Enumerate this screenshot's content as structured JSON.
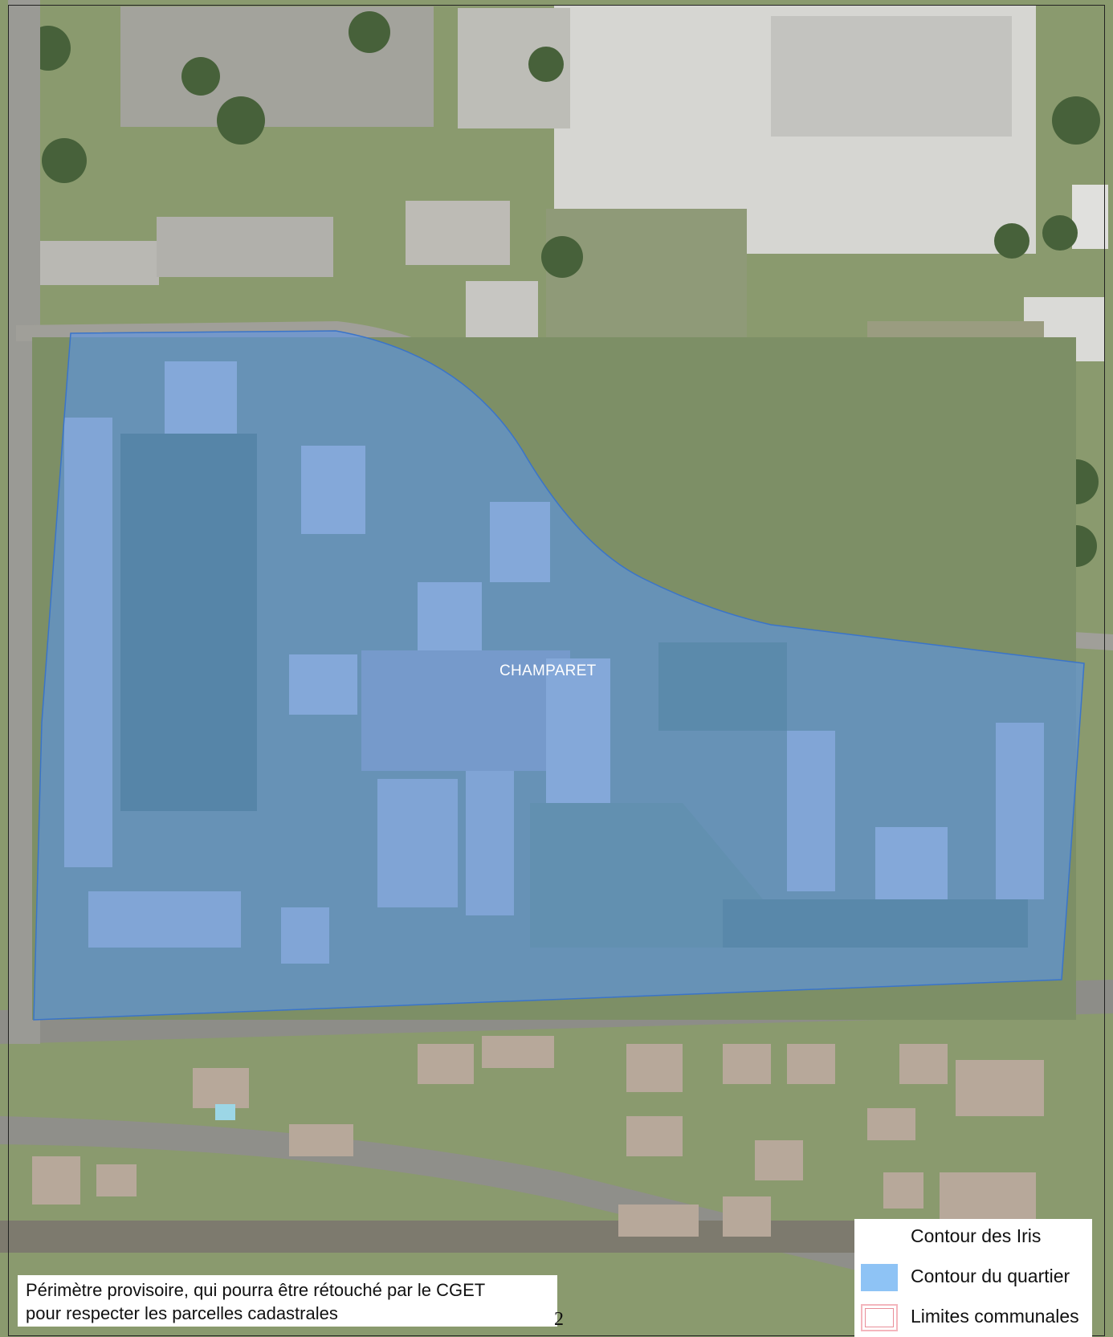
{
  "map": {
    "place_label": "CHAMPARET",
    "colors": {
      "quartier_fill": "#5b95e6",
      "quartier_stroke": "#3a74c9",
      "grass": "#7f9a5c",
      "tree": "#3f5a33",
      "road": "#9a9a94",
      "roof": "#cfcfcc",
      "parking": "#a8a8a2"
    }
  },
  "caption": {
    "line1": "Périmètre provisoire, qui pourra être rétouché par le CGET",
    "line2": "pour respecter les parcelles cadastrales"
  },
  "legend": {
    "items": [
      {
        "label": "Contour des Iris",
        "symbol": "outline-white-icon"
      },
      {
        "label": "Contour du quartier",
        "symbol": "blue-fill-icon"
      },
      {
        "label": "Limites communales",
        "symbol": "pink-dashed-outline-icon"
      }
    ]
  },
  "page": {
    "number": "2"
  }
}
